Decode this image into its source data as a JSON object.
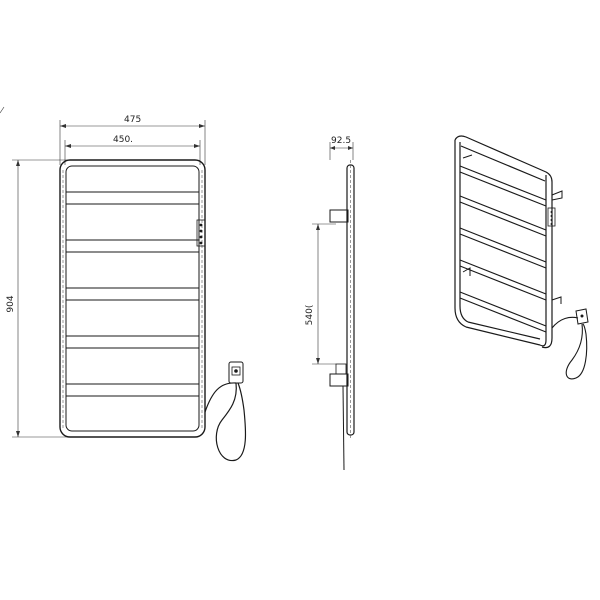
{
  "dimensions": {
    "overall_width": "475",
    "bar_width": "450.",
    "overall_height": "904",
    "depth": "92.5",
    "mount_spacing": "540("
  },
  "colors": {
    "line": "#1a1a1a",
    "background": "#ffffff"
  }
}
